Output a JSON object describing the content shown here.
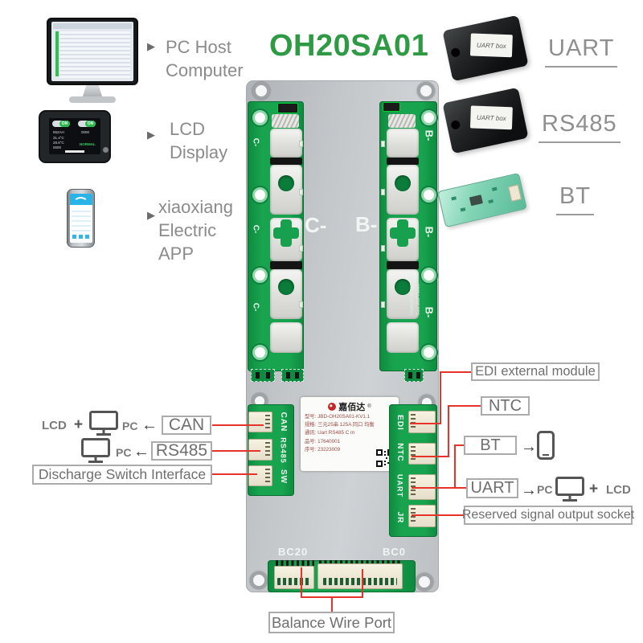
{
  "title": "OH20SA01",
  "intro": {
    "pointer": "▶",
    "pc_host": {
      "lines": [
        "PC Host",
        "Computer"
      ]
    },
    "lcd": {
      "lines": [
        "LCD",
        "Display"
      ],
      "screen": {
        "on_left": "ON",
        "on_right": "ON",
        "capacity": "552AH",
        "dial": "0000",
        "temp1": "31.4°C",
        "temp2": "28.8°C",
        "value": "0000",
        "status": "NORMAL"
      }
    },
    "app": {
      "lines": [
        "xiaoxiang",
        "Electric",
        "APP"
      ]
    }
  },
  "modules": {
    "uart_label": "UART",
    "rs485_label": "RS485",
    "bt_label": "BT",
    "sticker_text": "UART box"
  },
  "board": {
    "big_c": "C-",
    "big_b": "B-",
    "silk_c": "C-",
    "silk_b": "B-",
    "side_text_1": "OH20SA01-FET V1.1",
    "side_text_2": "Size:202*75mm",
    "left_ports": [
      "CAN",
      "RS485",
      "SW"
    ],
    "right_ports": [
      "EDI",
      "NTC",
      "UART",
      "JR"
    ],
    "bc20": "BC20",
    "bc0": "BC0",
    "label": {
      "brand": "嘉佰达",
      "reg": "®",
      "lines": [
        "型号: JBD-OH20SA01-KV1.1",
        "规格: 三元25串 125A 同口 均衡",
        "通讯: Uart RS485 C m",
        "品号: 17640001",
        "序号: 23223009"
      ]
    }
  },
  "callouts": {
    "can": {
      "label": "CAN",
      "lcd": "LCD",
      "plus": "+",
      "pc": "PC",
      "arrow": "←"
    },
    "rs485": {
      "label": "RS485",
      "pc": "PC",
      "arrow": "←"
    },
    "discharge": {
      "label": "Discharge Switch Interface"
    },
    "edi": {
      "label": "EDI external module"
    },
    "ntc": {
      "label": "NTC"
    },
    "bt": {
      "label": "BT",
      "arrow": "→"
    },
    "uart": {
      "label": "UART",
      "arrow": "→",
      "pc": "PC",
      "plus": "+",
      "lcd": "LCD"
    },
    "reserved": {
      "label": "Reserved signal output socket"
    },
    "balance": {
      "label": "Balance Wire Port"
    }
  },
  "colors": {
    "title_green": "#2e9a44",
    "pcb_green": "#17a04d",
    "annotation_red": "#e8332a",
    "callout_border": "#ababab",
    "callout_text": "#6f6f6f"
  }
}
